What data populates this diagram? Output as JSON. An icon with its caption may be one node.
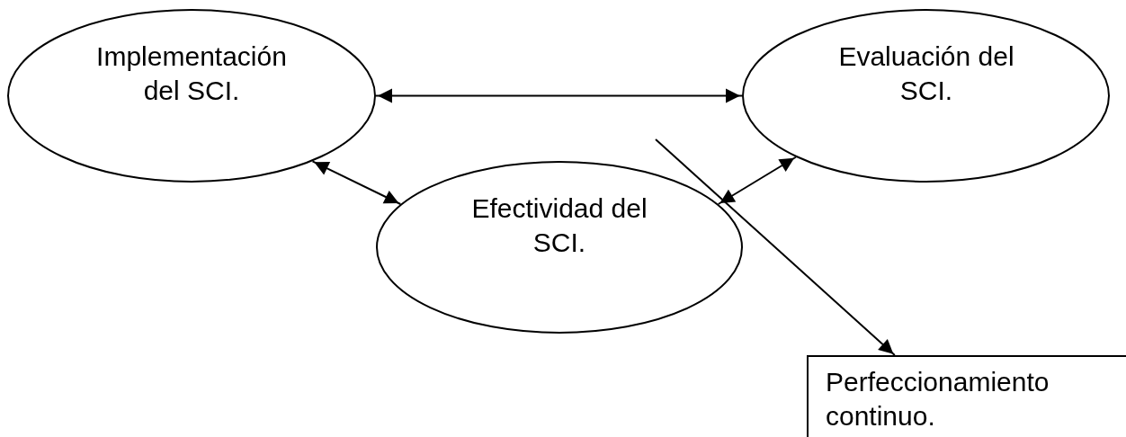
{
  "diagram": {
    "nodes": [
      {
        "text": [
          "Implementación del SCI."
        ]
      },
      {
        "text": [
          "Evaluación del SCI."
        ]
      },
      {
        "text": [
          "Efectividad del SCI."
        ]
      },
      {
        "text": [
          "Perfeccionamiento continuo."
        ]
      }
    ],
    "edges": [
      {
        "from": 0,
        "to": 1,
        "arrow": "both"
      },
      {
        "from": 0,
        "to": 2,
        "arrow": "both"
      },
      {
        "from": 1,
        "to": 2,
        "arrow": "both"
      },
      {
        "from": null,
        "to": 3,
        "arrow": "to"
      }
    ]
  }
}
